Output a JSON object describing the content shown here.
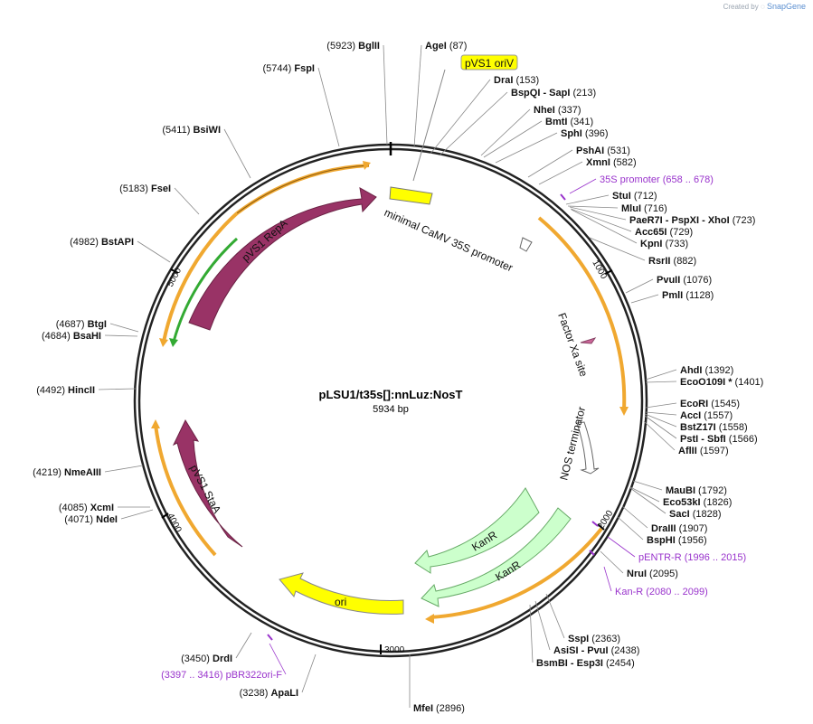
{
  "watermark": {
    "prefix": "Created by",
    "brand": "SnapGene"
  },
  "plasmid": {
    "name": "pLSU1/t35s[]:nnLuz:NosT",
    "length_label": "5934 bp",
    "length": 5934
  },
  "ticks": [
    "1000",
    "2000",
    "3000",
    "4000",
    "5000"
  ],
  "sites": [
    {
      "name": "BglII",
      "pos": "5923"
    },
    {
      "name": "AgeI",
      "pos": "87"
    },
    {
      "name": "FspI",
      "pos": "5744"
    },
    {
      "name": "DraI",
      "pos": "153"
    },
    {
      "name": "BspQI",
      "name2": "SapI",
      "pos": "213"
    },
    {
      "name": "NheI",
      "pos": "337"
    },
    {
      "name": "BmtI",
      "pos": "341"
    },
    {
      "name": "SphI",
      "pos": "396"
    },
    {
      "name": "PshAI",
      "pos": "531"
    },
    {
      "name": "XmnI",
      "pos": "582"
    },
    {
      "name": "StuI",
      "pos": "712"
    },
    {
      "name": "MluI",
      "pos": "716"
    },
    {
      "name": "PaeR7I",
      "name2": "PspXI",
      "name3": "XhoI",
      "pos": "723"
    },
    {
      "name": "Acc65I",
      "pos": "729"
    },
    {
      "name": "KpnI",
      "pos": "733"
    },
    {
      "name": "RsrII",
      "pos": "882"
    },
    {
      "name": "PvuII",
      "pos": "1076"
    },
    {
      "name": "PmlI",
      "pos": "1128"
    },
    {
      "name": "AhdI",
      "pos": "1392"
    },
    {
      "name": "EcoO109I *",
      "pos": "1401"
    },
    {
      "name": "EcoRI",
      "pos": "1545"
    },
    {
      "name": "AccI",
      "pos": "1557"
    },
    {
      "name": "BstZ17I",
      "pos": "1558"
    },
    {
      "name": "PstI",
      "name2": "SbfI",
      "pos": "1566"
    },
    {
      "name": "AflII",
      "pos": "1597"
    },
    {
      "name": "MauBI",
      "pos": "1792"
    },
    {
      "name": "Eco53kI",
      "pos": "1826"
    },
    {
      "name": "SacI",
      "pos": "1828"
    },
    {
      "name": "DraIII",
      "pos": "1907"
    },
    {
      "name": "BspHI",
      "pos": "1956"
    },
    {
      "name": "NruI",
      "pos": "2095"
    },
    {
      "name": "SspI",
      "pos": "2363"
    },
    {
      "name": "AsiSI",
      "name2": "PvuI",
      "pos": "2438"
    },
    {
      "name": "BsmBI",
      "name2": "Esp3I",
      "pos": "2454"
    },
    {
      "name": "MfeI",
      "pos": "2896"
    },
    {
      "name": "ApaLI",
      "pos": "3238"
    },
    {
      "name": "DrdI",
      "pos": "3450"
    },
    {
      "name": "NdeI",
      "pos": "4071"
    },
    {
      "name": "XcmI",
      "pos": "4085"
    },
    {
      "name": "NmeAIII",
      "pos": "4219"
    },
    {
      "name": "HincII",
      "pos": "4492"
    },
    {
      "name": "BsaHI",
      "pos": "4684"
    },
    {
      "name": "BtgI",
      "pos": "4687"
    },
    {
      "name": "BstAPI",
      "pos": "4982"
    },
    {
      "name": "FseI",
      "pos": "5183"
    },
    {
      "name": "BsiWI",
      "pos": "5411"
    }
  ],
  "primers": [
    {
      "name": "35S promoter",
      "range": "(658 .. 678)"
    },
    {
      "name": "pENTR-R",
      "range": "(1996 .. 2015)"
    },
    {
      "name": "Kan-R",
      "range": "(2080 .. 2099)"
    },
    {
      "name": "pBR322ori-F",
      "range": "(3397 .. 3416)"
    }
  ],
  "features": [
    {
      "name": "pVS1 oriV",
      "color": "#ffff00"
    },
    {
      "name": "minimal CaMV 35S promoter",
      "color": "#ffffff"
    },
    {
      "name": "Factor Xa site",
      "color": "#cc6699"
    },
    {
      "name": "NOS terminator",
      "color": "#ffffff"
    },
    {
      "name": "KanR",
      "color": "#ccffcc"
    },
    {
      "name": "KanR",
      "color": "#ccffcc"
    },
    {
      "name": "ori",
      "color": "#ffff00"
    },
    {
      "name": "pVS1 StaA",
      "color": "#993366"
    },
    {
      "name": "pVS1 RepA",
      "color": "#993366"
    }
  ],
  "colors": {
    "orf": "#f0a830",
    "repa": "#993366",
    "kanr": "#ccffcc",
    "ori": "#ffff00",
    "primer": "#9933cc",
    "green_orf": "#33aa33"
  }
}
